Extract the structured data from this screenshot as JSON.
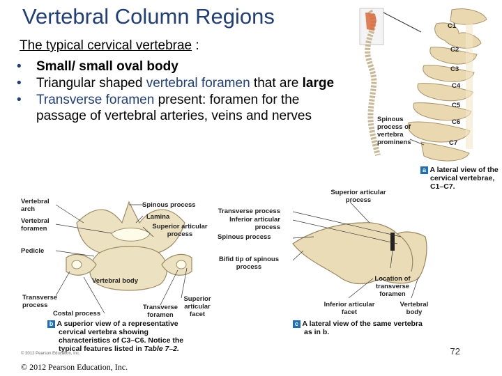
{
  "slide": {
    "title": "Vertebral Column Regions",
    "subtitle_underlined": "The typical cervical vertebrae",
    "subtitle_rest": " :",
    "bullets": [
      {
        "pre": "Small/ small oval body",
        "hl": "",
        "post": ""
      },
      {
        "pre": "Triangular shaped ",
        "hl": "vertebral foramen",
        "post": " that are ",
        "bold_end": "large"
      },
      {
        "pre": "",
        "hl": "Transverse foramen",
        "post": " present: foramen for the passage of vertebral arteries, veins and nerves"
      }
    ],
    "page_number": "72",
    "copyright": "© 2012 Pearson Education, Inc.",
    "copyright_small": "© 2012 Pearson Education, Inc."
  },
  "figure_a": {
    "vertebra_labels": [
      "C1",
      "C2",
      "C3",
      "C4",
      "C5",
      "C6",
      "C7"
    ],
    "spinous_label": "Spinous process of vertebra prominens",
    "tag": "a",
    "caption_1": "A lateral view of the",
    "caption_2": "cervical vertebrae,",
    "caption_3": "C1–C7."
  },
  "figure_b": {
    "labels": {
      "vertebral_arch": "Vertebral arch",
      "vertebral_foramen": "Vertebral foramen",
      "pedicle": "Pedicle",
      "transverse_process": "Transverse process",
      "costal_process": "Costal process",
      "spinous_process": "Spinous process",
      "lamina": "Lamina",
      "superior_articular_process": "Superior articular process",
      "vertebral_body": "Vertebral body",
      "transverse_foramen": "Transverse foramen",
      "superior_articular_facet": "Superior articular facet"
    },
    "tag": "b",
    "caption_1": "A superior view of a representative",
    "caption_2": "cervical vertebra showing",
    "caption_3": "characteristics of C3–C6. Notice the",
    "caption_4": "typical features listed in ",
    "caption_table": "Table 7–2."
  },
  "figure_c": {
    "labels": {
      "superior_articular_process": "Superior articular process",
      "transverse_process": "Transverse process",
      "inferior_articular_process": "Inferior articular process",
      "spinous_process": "Spinous process",
      "bifid_tip": "Bifid tip of spinous process",
      "location_transverse_foramen": "Location of transverse foramen",
      "inferior_articular_facet": "Inferior articular facet",
      "vertebral_body": "Vertebral body"
    },
    "tag": "c",
    "caption_1": "A lateral view of the same vertebra",
    "caption_2": "as in b."
  }
}
